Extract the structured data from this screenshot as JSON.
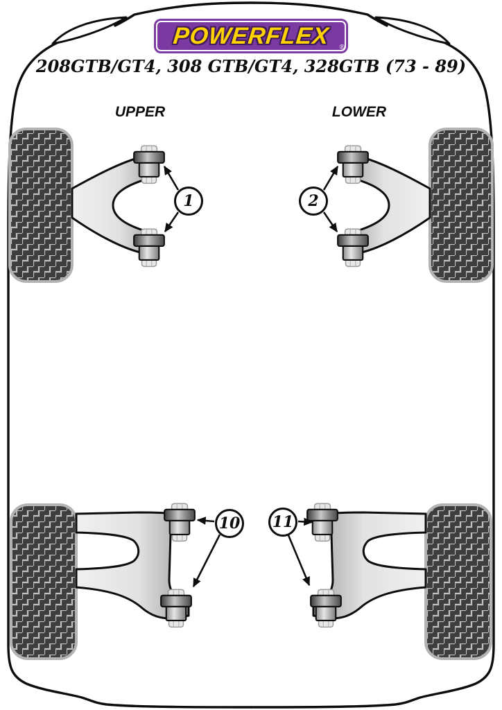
{
  "page": {
    "background_color": "#ffffff"
  },
  "logo": {
    "text": "POWERFLEX",
    "registered_mark": "®",
    "background_color": "#7b3aa1",
    "text_color": "#ffd200",
    "border_color": "#ffffff"
  },
  "header": {
    "title": "208GTB/GT4, 308 GTB/GT4, 328GTB (73 - 89)"
  },
  "section_labels": {
    "upper": "UPPER",
    "lower": "LOWER"
  },
  "callouts": {
    "front_upper": {
      "number": "1"
    },
    "front_lower": {
      "number": "2"
    },
    "rear_upper": {
      "number": "10"
    },
    "rear_lower": {
      "number": "11"
    }
  },
  "diagram_colors": {
    "outline": "#0d0d0d",
    "tyre_fill": "#3d3d3d",
    "tyre_tread_line": "#c2c2c2",
    "tyre_border": "#b3b3b3",
    "arm_fill_light": "#f0f0f0",
    "arm_fill_dark": "#a2a2a2"
  }
}
